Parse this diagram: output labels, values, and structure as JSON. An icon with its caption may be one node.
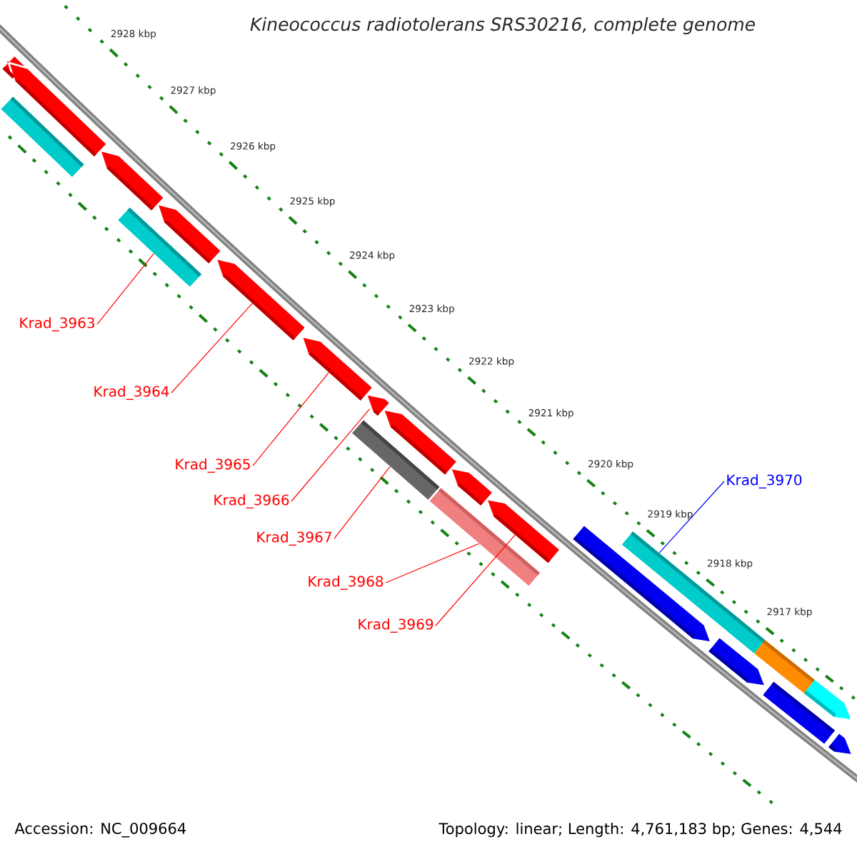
{
  "diagram": {
    "title": "Kineococcus radiotolerans SRS30216, complete genome",
    "nodes": [
      {
        "text": [
          "Krad_3963"
        ]
      },
      {
        "text": [
          "Krad_3964"
        ]
      },
      {
        "text": [
          "Krad_3965"
        ]
      },
      {
        "text": [
          "Krad_3966"
        ]
      },
      {
        "text": [
          "Krad_3967"
        ]
      },
      {
        "text": [
          "Krad_3968"
        ]
      },
      {
        "text": [
          "Krad_3969"
        ]
      },
      {
        "text": [
          "Krad_3970"
        ]
      },
      {
        "text": [],
        "shape": "bar"
      },
      {
        "text": [],
        "shape": "pentagon"
      },
      {
        "text": [],
        "shape": "pentagon"
      },
      {
        "text": [],
        "shape": "pentagon"
      },
      {
        "text": [],
        "shape": "bar"
      },
      {
        "text": [],
        "shape": "pentagon"
      },
      {
        "text": [],
        "shape": "pentagon"
      },
      {
        "text": [],
        "shape": "pentagon"
      },
      {
        "text": [],
        "shape": "pentagon"
      },
      {
        "text": [],
        "shape": "bar"
      },
      {
        "text": [],
        "shape": "pentagon"
      },
      {
        "text": [],
        "shape": "pentagon"
      },
      {
        "text": [],
        "shape": "bar"
      },
      {
        "text": [],
        "shape": "pentagon"
      },
      {
        "text": [],
        "shape": "pentagon"
      },
      {
        "text": [],
        "shape": "bar"
      },
      {
        "text": [],
        "shape": "pentagon"
      },
      {
        "text": [],
        "shape": "bar"
      },
      {
        "text": [],
        "shape": "bar"
      },
      {
        "text": [],
        "shape": "pentagon"
      },
      {
        "text": [],
        "shape": "pentagon"
      }
    ],
    "edges": [
      {
        "from": 0,
        "to": 12,
        "arrow": "none"
      },
      {
        "from": 1,
        "to": 14,
        "arrow": "none"
      },
      {
        "from": 2,
        "to": 15,
        "arrow": "none"
      },
      {
        "from": 3,
        "to": 16,
        "arrow": "none"
      },
      {
        "from": 4,
        "to": 17,
        "arrow": "none"
      },
      {
        "from": 5,
        "to": 20,
        "arrow": "none"
      },
      {
        "from": 6,
        "to": 21,
        "arrow": "none"
      },
      {
        "from": 7,
        "to": 23,
        "arrow": "none",
        "color": "#0000ff"
      }
    ],
    "labels": [
      "2928 kbp",
      "2927 kbp",
      "2926 kbp",
      "2925 kbp",
      "2924 kbp",
      "2923 kbp",
      "2922 kbp",
      "2921 kbp",
      "2920 kbp",
      "2919 kbp",
      "2918 kbp",
      "2917 kbp",
      "Accession: NC_009664",
      "Topology: linear; Length: 4,761,183 bp; Genes: 4,544"
    ]
  }
}
